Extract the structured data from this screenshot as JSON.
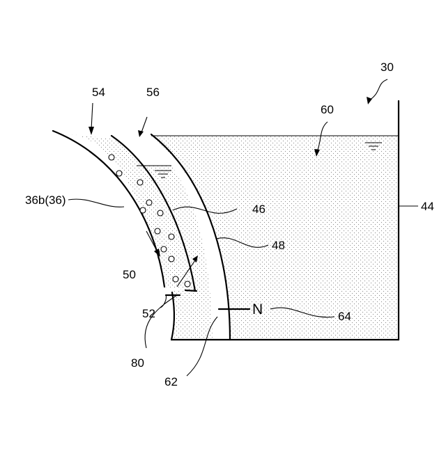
{
  "labels": {
    "l30": "30",
    "l54": "54",
    "l56": "56",
    "l60": "60",
    "l36b": "36b(36)",
    "l46": "46",
    "l44": "44",
    "l48": "48",
    "l50": "50",
    "l52": "52",
    "lN": "N",
    "l64": "64",
    "l80": "80",
    "l62": "62"
  },
  "colors": {
    "line": "#000000",
    "background": "#ffffff",
    "stipple": "#8a8a8a"
  },
  "icons": {
    "water_level": "water-level-symbol"
  }
}
